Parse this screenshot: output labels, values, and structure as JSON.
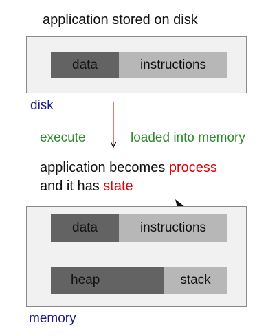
{
  "title": "application stored on disk",
  "disk": {
    "label": "disk",
    "segments": {
      "data": "data",
      "instructions": "instructions"
    }
  },
  "transition": {
    "left_label": "execute",
    "right_label": "loaded into memory"
  },
  "statement": {
    "line1_prefix": "application becomes ",
    "line1_highlight": "process",
    "line2_prefix": "and it has ",
    "line2_highlight": "state"
  },
  "memory": {
    "label": "memory",
    "segments": {
      "data": "data",
      "instructions": "instructions",
      "heap": "heap",
      "stack": "stack"
    }
  },
  "colors": {
    "dark_segment": "#636363",
    "light_segment": "#b7b7b7",
    "box_fill": "#f1f1f1",
    "highlight_red": "#e00000",
    "label_green": "#2e8b2e",
    "label_blue": "#1a1a8a",
    "arrow": "#c0392b"
  },
  "icons": {
    "arrow": "down-arrow-icon",
    "pointer": "mouse-pointer-icon"
  }
}
